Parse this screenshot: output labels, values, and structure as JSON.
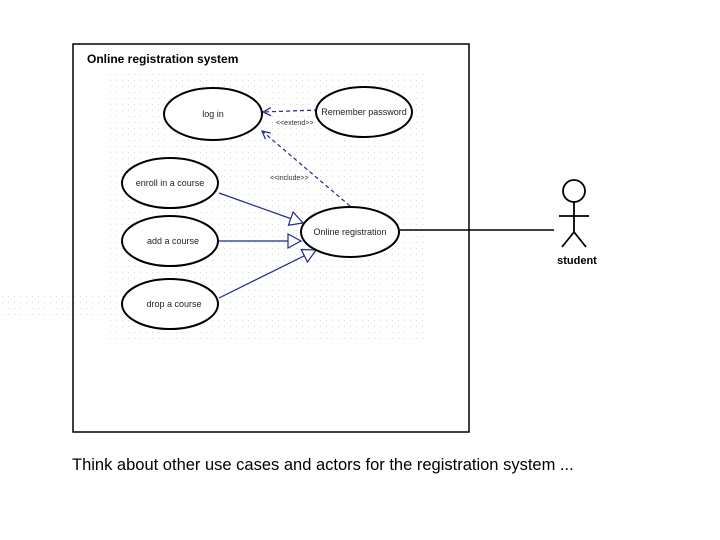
{
  "diagram": {
    "system_title": "Online registration system",
    "use_cases": {
      "login": "log in",
      "remember": "Remember password",
      "enroll": "enroll in a course",
      "add": "add a course",
      "drop": "drop a course",
      "online": "Online registration"
    },
    "relations": {
      "extend": "<<extend>>",
      "include": "<<include>>"
    },
    "actor": "student"
  },
  "caption": "Think about other use cases and actors for the registration system ..."
}
